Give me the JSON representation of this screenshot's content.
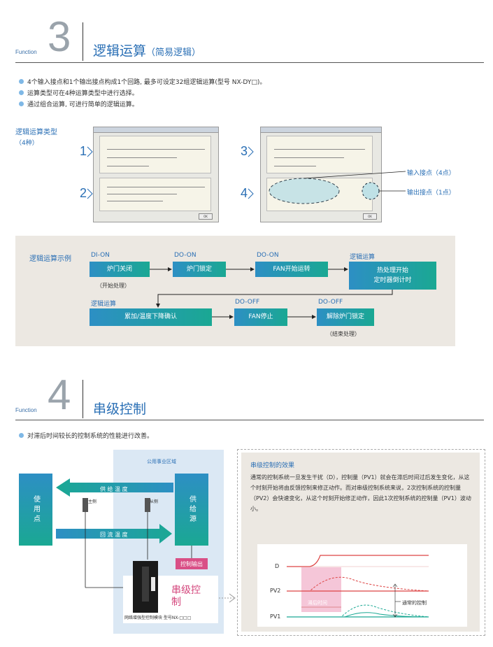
{
  "section3": {
    "fn_label": "Function",
    "number": "3",
    "title": "逻辑运算",
    "subtitle": "（简易逻辑）",
    "bullets": [
      "4个输入接点和1个输出接点构成1个回路, 最多可设定32组逻辑运算(型号 NX-DY□)。",
      "运算类型可在4种运算类型中进行选择。",
      "通过组合运算, 可进行简单的逻辑运算。"
    ],
    "types_label": "逻辑运算类型",
    "types_sub": "（4种）",
    "type_nums": [
      "1",
      "2",
      "3",
      "4"
    ],
    "callout_input": "输入接点（4点）",
    "callout_output": "输出接点（1点）",
    "example": {
      "label": "逻辑运算示例",
      "row1": [
        {
          "head": "DI-ON",
          "box": "炉门关闭",
          "note": "（开始处理）"
        },
        {
          "head": "DO-ON",
          "box": "炉门锁定"
        },
        {
          "head": "DO-ON",
          "box": "FAN开始运转"
        },
        {
          "head": "逻辑运算",
          "box_l1": "热处理开始",
          "box_l2": "定时器倒计时"
        }
      ],
      "row2": [
        {
          "head": "逻辑运算",
          "box": "累加/温度下降确认"
        },
        {
          "head": "DO-OFF",
          "box": "FAN停止"
        },
        {
          "head": "DO-OFF",
          "box": "解除炉门锁定",
          "note": "（结束处理）"
        }
      ]
    }
  },
  "section4": {
    "fn_label": "Function",
    "number": "4",
    "title": "串级控制",
    "bullets": [
      "对滞后时间较长的控制系统的性能进行改善。"
    ],
    "diagram": {
      "utility_area": "公用事业区域",
      "user_point": "使用点",
      "supply_source": "供给源",
      "supply_temp": "供 给 温 度",
      "return_temp": "回 流 温 度",
      "primary": "主侧",
      "secondary": "从侧",
      "control_output": "控制输出",
      "cascade_label": "串级控制",
      "module_caption": "网络增强型控制模块  型号NX-□□□"
    },
    "effect": {
      "title": "串级控制的效果",
      "body": "通常的控制系统一旦发生干扰（D），控制量（PV1）就会在滞后时间过后发生变化，从这个时刻开始将由反馈控制来修正动作。而对串级控制系统来说，2次控制系统的控制量（PV2）会快速变化，从这个时刻开始修正动作，因此1次控制系统的控制量（PV1）波动小。",
      "label_d": "D",
      "label_pv2": "PV2",
      "label_pv1": "PV1",
      "delay": "滞后时间",
      "normal_control": "通常的控制"
    }
  },
  "colors": {
    "accent": "#2a6fb5",
    "gradient_start": "#2d8fc4",
    "gradient_end": "#1aa893",
    "pink": "#d4477d",
    "panel_bg": "#ece8e2"
  }
}
